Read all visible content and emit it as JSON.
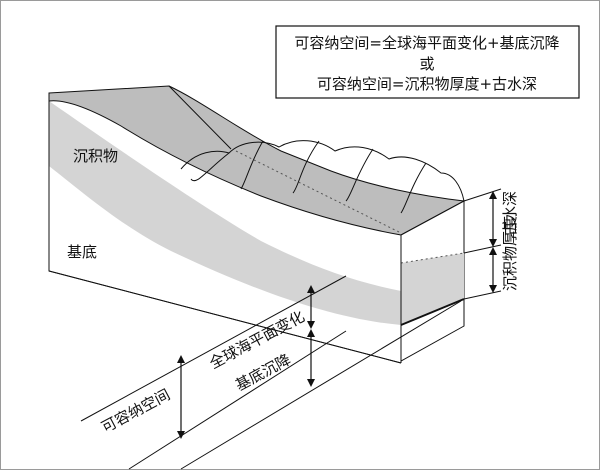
{
  "equation_box": {
    "line1": "可容纳空间=全球海平面变化+基底沉降",
    "line2": "或",
    "line3": "可容纳空间=沉积物厚度+古水深"
  },
  "labels": {
    "sediment": "沉积物",
    "basement": "基底",
    "paleo_water_depth": "古水深",
    "sediment_thickness": "沉积物厚度",
    "global_sea_level_change": "全球海平面变化",
    "basement_subsidence": "基底沉降",
    "accommodation_space": "可容纳空间"
  },
  "colors": {
    "sediment_fill": "#d4d4d4",
    "sediment_top": "#bdbdbd",
    "water_fill": "#ffffff",
    "line": "#111111"
  }
}
